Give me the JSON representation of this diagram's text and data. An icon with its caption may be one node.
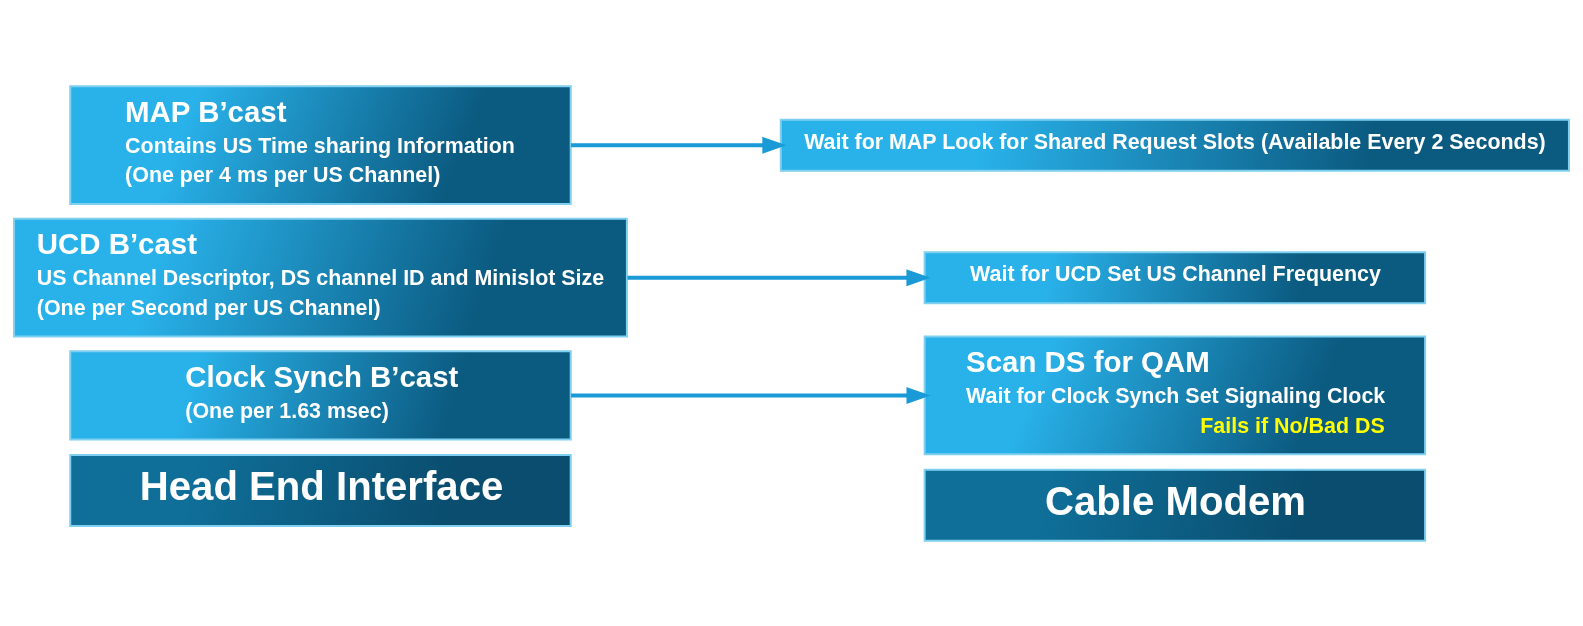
{
  "diagram": {
    "nodes": [
      {
        "text": [
          "Head End Interface"
        ]
      },
      {
        "text": [
          "Cable Modem"
        ]
      },
      {
        "text": [
          "Clock Synch B’cast",
          "(One per 1.63 msec)"
        ]
      },
      {
        "text": [
          "UCD B’cast",
          "US Channel Descriptor, DS channel ID and Minislot Size",
          "(One per Second per US Channel)"
        ]
      },
      {
        "text": [
          "MAP B’cast",
          "Contains US Time sharing Information",
          "(One per 4 ms per US Channel)"
        ]
      },
      {
        "text": [
          "Scan DS for QAM",
          "Wait for Clock Synch Set Signaling Clock",
          "Fails if No/Bad DS"
        ]
      },
      {
        "text": [
          "Wait for UCD Set US Channel Frequency"
        ]
      },
      {
        "text": [
          "Wait for MAP Look for Shared Request Slots (Available Every 2 Seconds)"
        ]
      }
    ],
    "edges": [
      {
        "from": 2,
        "to": 5,
        "arrow": "to"
      },
      {
        "from": 3,
        "to": 6,
        "arrow": "to"
      },
      {
        "from": 4,
        "to": 7,
        "arrow": "to"
      }
    ]
  }
}
